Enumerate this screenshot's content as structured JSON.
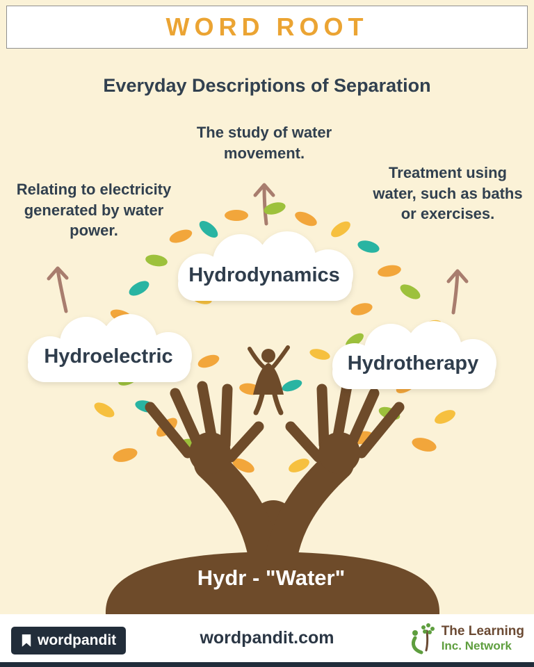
{
  "header": {
    "title": "WORD ROOT"
  },
  "subtitle": "Everyday Descriptions of Separation",
  "branches": [
    {
      "word": "Hydroelectric",
      "description": "Relating to electricity generated by water power."
    },
    {
      "word": "Hydrodynamics",
      "description": "The study of water movement."
    },
    {
      "word": "Hydrotherapy",
      "description": "Treatment using water, such as baths or exercises."
    }
  ],
  "root_word": {
    "label": "Hydr - \"Water\""
  },
  "footer": {
    "logo_text": "wordpandit",
    "site": "wordpandit.com",
    "network_line1": "The Learning",
    "network_line2": "Inc. Network"
  },
  "colors": {
    "background": "#FBF2D7",
    "accent_orange": "#EBA433",
    "text_dark": "#31404F",
    "tree_brown": "#6E4B2A",
    "arrow": "#A87D6E",
    "leaf_orange": "#F2A63B",
    "leaf_gold": "#F6C03F",
    "leaf_green": "#9DC13C",
    "leaf_teal": "#29B4A2",
    "footer_navy": "#202C3A",
    "network_green": "#5E9E3E",
    "network_brown": "#6B4A33"
  }
}
